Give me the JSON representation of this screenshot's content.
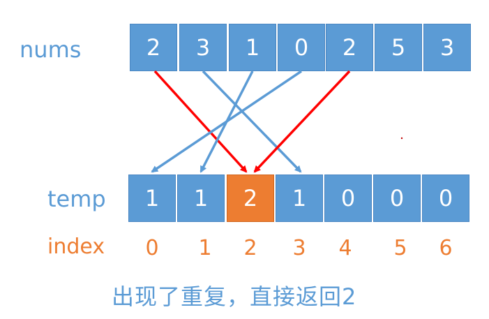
{
  "nums": {
    "label": "nums",
    "values": [
      "2",
      "3",
      "1",
      "0",
      "2",
      "5",
      "3"
    ]
  },
  "temp": {
    "label": "temp",
    "values": [
      "1",
      "1",
      "2",
      "1",
      "0",
      "0",
      "0"
    ],
    "highlight_index": 2
  },
  "index": {
    "label": "index",
    "values": [
      "0",
      "1",
      "2",
      "3",
      "4",
      "5",
      "6"
    ]
  },
  "caption": "出现了重复，直接返回2",
  "colors": {
    "cell_blue": "#5b9bd5",
    "cell_highlight": "#ed7d31",
    "label_blue": "#5b9bd5",
    "index_orange": "#ed7d31",
    "arrow_blue": "#5b9bd5",
    "arrow_red": "#ff0000"
  },
  "arrows": [
    {
      "from": 0,
      "to": 2,
      "color": "red"
    },
    {
      "from": 1,
      "to": 3,
      "color": "blue"
    },
    {
      "from": 2,
      "to": 1,
      "color": "blue"
    },
    {
      "from": 3,
      "to": 0,
      "color": "blue"
    },
    {
      "from": 4,
      "to": 2,
      "color": "red"
    }
  ]
}
